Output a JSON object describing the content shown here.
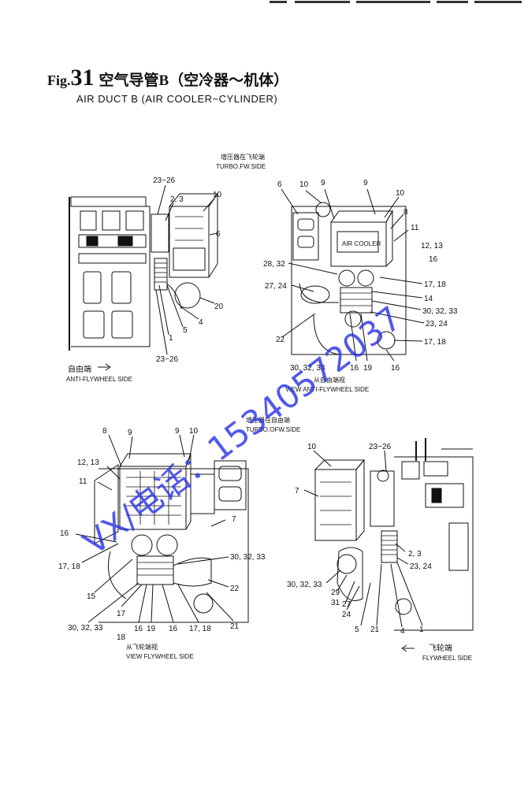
{
  "figure": {
    "label": "Fig.",
    "number": "31",
    "title_cn": "空气导管B（空冷器～机体）",
    "title_en": "AIR DUCT B (AIR COOLER~CYLINDER)"
  },
  "views": {
    "top_left": {
      "side_cn": "自由端",
      "side_en": "ANTI-FLYWHEEL SIDE"
    },
    "top_right": {
      "turbo_cn": "增压器在飞轮端",
      "turbo_en": "TURBO.FW.SIDE",
      "view_cn": "从自由端视",
      "view_en": "VIEW  ANTI-FLYWHEEL SIDE"
    },
    "bottom_left": {
      "turbo_cn": "增压器在自由端",
      "turbo_en": "TURBO.OFW.SIDE",
      "view_cn": "从飞轮端视",
      "view_en": "VIEW  FLYWHEEL SIDE"
    },
    "bottom_right": {
      "side_cn": "飞轮端",
      "side_en": "FLYWHEEL SIDE"
    }
  },
  "plate_text": {
    "line1": "AIR COOLER"
  },
  "callouts": {
    "tl": [
      "23~26",
      "2, 3",
      "10",
      "6",
      "20",
      "4",
      "5",
      "1",
      "23~26"
    ],
    "tr": [
      "6",
      "10",
      "9",
      "9",
      "10",
      "8",
      "11",
      "12, 13",
      "16",
      "28, 32",
      "27, 24",
      "17, 18",
      "14",
      "30, 32, 33",
      "23, 24",
      "22",
      "17, 18",
      "30, 32, 33",
      "16",
      "19",
      "16"
    ],
    "bl": [
      "8",
      "9",
      "9",
      "10",
      "12, 13",
      "11",
      "7",
      "16",
      "17, 18",
      "15",
      "30, 32, 33",
      "22",
      "30, 32, 33",
      "17",
      "18",
      "16",
      "19",
      "16",
      "17, 18",
      "21"
    ],
    "br": [
      "10",
      "23~26",
      "7",
      "2, 3",
      "23, 24",
      "30, 32, 33",
      "29",
      "31",
      "27",
      "24",
      "5",
      "21",
      "4",
      "1"
    ]
  },
  "watermark": {
    "line1": "VX/电话：15340572037"
  }
}
